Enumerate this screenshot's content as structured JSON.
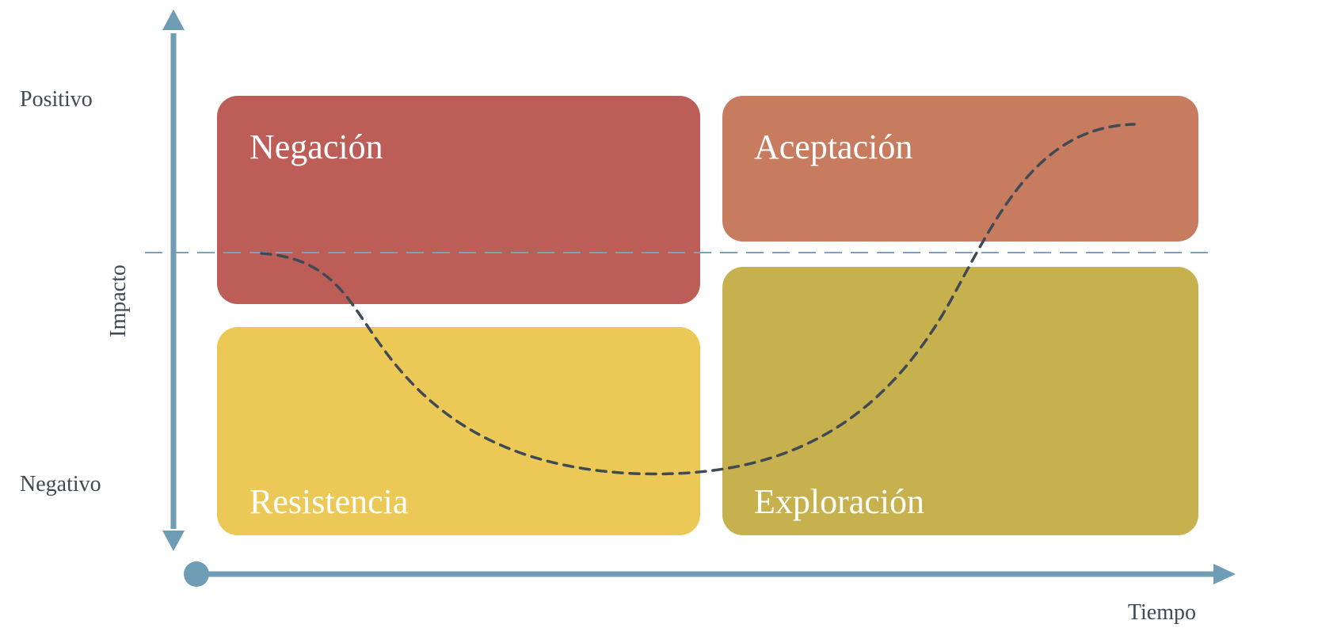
{
  "axes": {
    "y_label": "Impacto",
    "y_top_label": "Positivo",
    "y_bottom_label": "Negativo",
    "x_label": "Tiempo"
  },
  "quadrants": {
    "negacion": {
      "label": "Negación",
      "color": "#bc5d58"
    },
    "aceptacion": {
      "label": "Aceptación",
      "color": "#c77b5f"
    },
    "resistencia": {
      "label": "Resistencia",
      "color": "#ecc957"
    },
    "exploracion": {
      "label": "Exploración",
      "color": "#c7b14f"
    }
  },
  "colors": {
    "axis": "#6f9db6",
    "curve": "#3f4a55",
    "baseline": "#7aa3bb",
    "text": "#3f4a55"
  }
}
